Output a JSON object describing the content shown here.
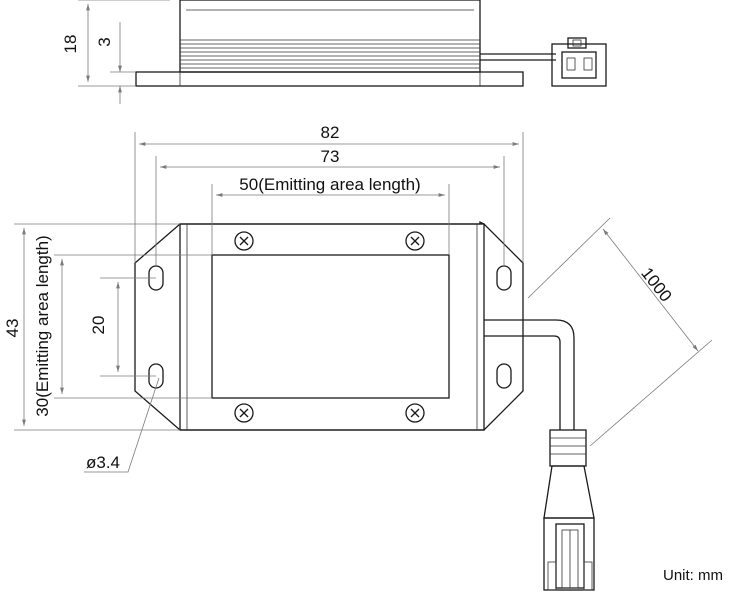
{
  "side_view": {
    "height_total": "18",
    "base_thickness": "3"
  },
  "front_view": {
    "width_total": "82",
    "hole_spacing": "73",
    "emitting_length": "50(Emitting area length)",
    "height_total": "43",
    "emitting_width": "30(Emitting area length)",
    "hole_vertical_spacing": "20",
    "hole_diameter": "ø3.4",
    "cable_length": "1000"
  },
  "unit_label": "Unit: mm"
}
